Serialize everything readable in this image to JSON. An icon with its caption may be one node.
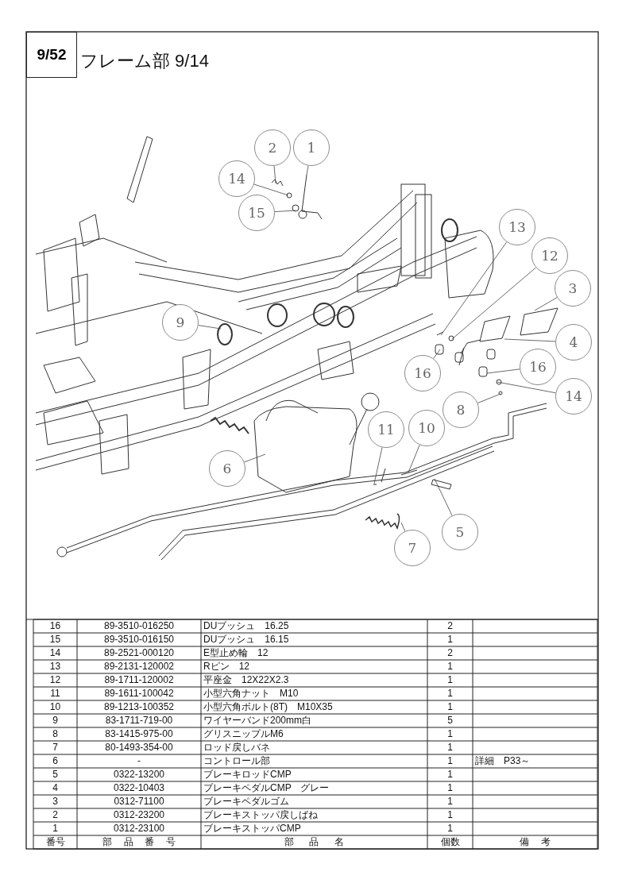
{
  "diagram": {
    "title": "フレーム部 9/14",
    "nodes": [
      {
        "text": [
          "2"
        ]
      },
      {
        "text": [
          "1"
        ]
      },
      {
        "text": [
          "14"
        ]
      },
      {
        "text": [
          "15"
        ]
      },
      {
        "text": [
          "13"
        ]
      },
      {
        "text": [
          "12"
        ]
      },
      {
        "text": [
          "3"
        ]
      },
      {
        "text": [
          "9"
        ]
      },
      {
        "text": [
          "4"
        ]
      },
      {
        "text": [
          "16"
        ]
      },
      {
        "text": [
          "16"
        ]
      },
      {
        "text": [
          "14"
        ]
      },
      {
        "text": [
          "8"
        ]
      },
      {
        "text": [
          "11"
        ]
      },
      {
        "text": [
          "10"
        ]
      },
      {
        "text": [
          "6"
        ]
      },
      {
        "text": [
          "5"
        ]
      },
      {
        "text": [
          "7"
        ]
      }
    ],
    "edges": [
      {
        "from": 0,
        "to": null,
        "arrow": "none"
      },
      {
        "from": 1,
        "to": null,
        "arrow": "none"
      },
      {
        "from": 2,
        "to": null,
        "arrow": "none"
      },
      {
        "from": 3,
        "to": null,
        "arrow": "none"
      },
      {
        "from": 4,
        "to": null,
        "arrow": "none"
      },
      {
        "from": 5,
        "to": null,
        "arrow": "none"
      },
      {
        "from": 6,
        "to": null,
        "arrow": "none"
      },
      {
        "from": 7,
        "to": null,
        "arrow": "none"
      },
      {
        "from": 8,
        "to": null,
        "arrow": "none"
      },
      {
        "from": 9,
        "to": null,
        "arrow": "none"
      },
      {
        "from": 10,
        "to": null,
        "arrow": "none"
      },
      {
        "from": 11,
        "to": null,
        "arrow": "none"
      },
      {
        "from": 12,
        "to": null,
        "arrow": "none"
      },
      {
        "from": 13,
        "to": null,
        "arrow": "none"
      },
      {
        "from": 14,
        "to": null,
        "arrow": "none"
      },
      {
        "from": 15,
        "to": null,
        "arrow": "none"
      },
      {
        "from": 16,
        "to": null,
        "arrow": "none"
      },
      {
        "from": 17,
        "to": null,
        "arrow": "none"
      }
    ],
    "labels": [
      "9/52",
      "16",
      "89-3510-016250",
      "DUブッシュ　16.25",
      "2",
      "15",
      "89-3510-016150",
      "DUブッシュ　16.15",
      "1",
      "14",
      "89-2521-000120",
      "E型止め輪　12",
      "2",
      "13",
      "89-2131-120002",
      "Rピン　12",
      "1",
      "12",
      "89-1711-120002",
      "平座金　12X22X2.3",
      "1",
      "11",
      "89-1611-100042",
      "小型六角ナット　M10",
      "1",
      "10",
      "89-1213-100352",
      "小型六角ボルト(8T)　M10X35",
      "1",
      "9",
      "83-1711-719-00",
      "ワイヤーバンド200mm白",
      "5",
      "8",
      "83-1415-975-00",
      "グリスニップルM6",
      "1",
      "7",
      "80-1493-354-00",
      "ロッド戻しバネ",
      "1",
      "6",
      "-",
      "コントロール部",
      "1",
      "詳細　P33～",
      "5",
      "0322-13200",
      "ブレーキロッドCMP",
      "1",
      "4",
      "0322-10403",
      "ブレーキペダルCMP　グレー",
      "1",
      "3",
      "0312-71100",
      "ブレーキペダルゴム",
      "1",
      "2",
      "0312-23200",
      "ブレーキストッパ戻しばね",
      "1",
      "1",
      "0312-23100",
      "ブレーキストッパCMP",
      "1",
      "番号",
      "部品番号",
      "部品名",
      "個数",
      "備考"
    ]
  }
}
